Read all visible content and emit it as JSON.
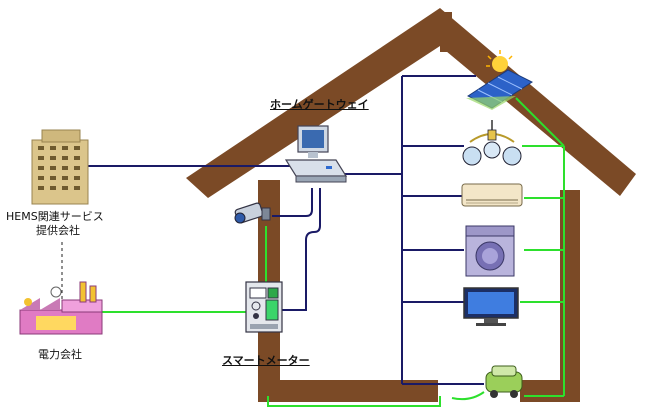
{
  "labels": {
    "home_gateway": "ホームゲートウェイ",
    "hems_provider": [
      "HEMS関連サービス",
      "提供会社"
    ],
    "power_company": "電力会社",
    "smart_meter": "スマートメーター"
  },
  "colors": {
    "house": "#7b4a26",
    "data_line": "#1a1a66",
    "power_line": "#2de02d"
  },
  "icons": {
    "building": "office-building-icon",
    "factory": "power-plant-icon",
    "gateway": "computer-icon",
    "camera": "security-camera-icon",
    "meter": "smart-meter-icon",
    "solar": "solar-panel-icon",
    "light": "chandelier-icon",
    "aircon": "air-conditioner-icon",
    "washer": "washing-machine-icon",
    "tv": "television-icon",
    "ev": "electric-car-icon"
  }
}
